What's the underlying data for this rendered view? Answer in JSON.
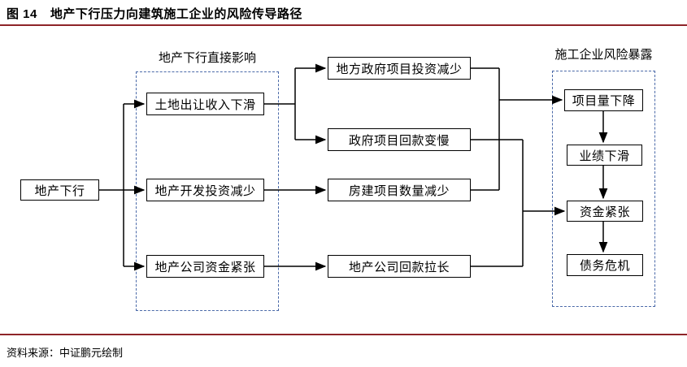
{
  "header": {
    "figure_label": "图 14",
    "title": "地产下行压力向建筑施工企业的风险传导路径"
  },
  "footer": {
    "source": "资料来源：中证鹏元绘制"
  },
  "groups": {
    "direct_impact": {
      "label": "地产下行直接影响"
    },
    "risk_exposure": {
      "label": "施工企业风险暴露"
    }
  },
  "nodes": {
    "start": {
      "label": "地产下行"
    },
    "land_revenue": {
      "label": "土地出让收入下滑"
    },
    "dev_invest": {
      "label": "地产开发投资减少"
    },
    "dev_cash": {
      "label": "地产公司资金紧张"
    },
    "gov_invest": {
      "label": "地方政府项目投资减少"
    },
    "gov_payback": {
      "label": "政府项目回款变慢"
    },
    "housing_proj": {
      "label": "房建项目数量减少"
    },
    "dev_payback": {
      "label": "地产公司回款拉长"
    },
    "proj_volume": {
      "label": "项目量下降"
    },
    "performance": {
      "label": "业绩下滑"
    },
    "funding": {
      "label": "资金紧张"
    },
    "debt_crisis": {
      "label": "债务危机"
    }
  },
  "edges": [
    {
      "from": "start",
      "to": "land_revenue"
    },
    {
      "from": "start",
      "to": "dev_invest"
    },
    {
      "from": "start",
      "to": "dev_cash"
    },
    {
      "from": "land_revenue",
      "to": "gov_invest"
    },
    {
      "from": "land_revenue",
      "to": "gov_payback"
    },
    {
      "from": "dev_invest",
      "to": "housing_proj"
    },
    {
      "from": "dev_cash",
      "to": "dev_payback"
    },
    {
      "from": "gov_invest",
      "to": "proj_volume"
    },
    {
      "from": "housing_proj",
      "to": "proj_volume"
    },
    {
      "from": "gov_payback",
      "to": "funding"
    },
    {
      "from": "dev_payback",
      "to": "funding"
    },
    {
      "from": "proj_volume",
      "to": "performance"
    },
    {
      "from": "performance",
      "to": "funding"
    },
    {
      "from": "funding",
      "to": "debt_crisis"
    }
  ],
  "colors": {
    "rule_color": "#8e2428",
    "group_border_color": "#4a69a8",
    "box_border_color": "#000000",
    "text_color": "#000000"
  }
}
